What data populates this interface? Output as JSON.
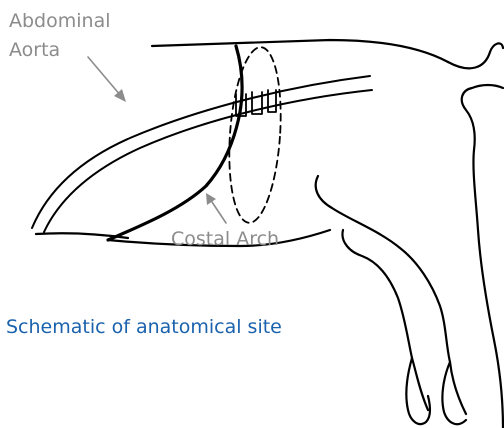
{
  "labels": {
    "abdominal": "Abdominal",
    "aorta": "Aorta",
    "costal_arch": "Costal Arch"
  },
  "caption": "Schematic of anatomical site",
  "colors": {
    "outline": "#000000",
    "label": "#8c8c8c",
    "arrow": "#8c8c8c",
    "caption": "#1a62ad"
  }
}
